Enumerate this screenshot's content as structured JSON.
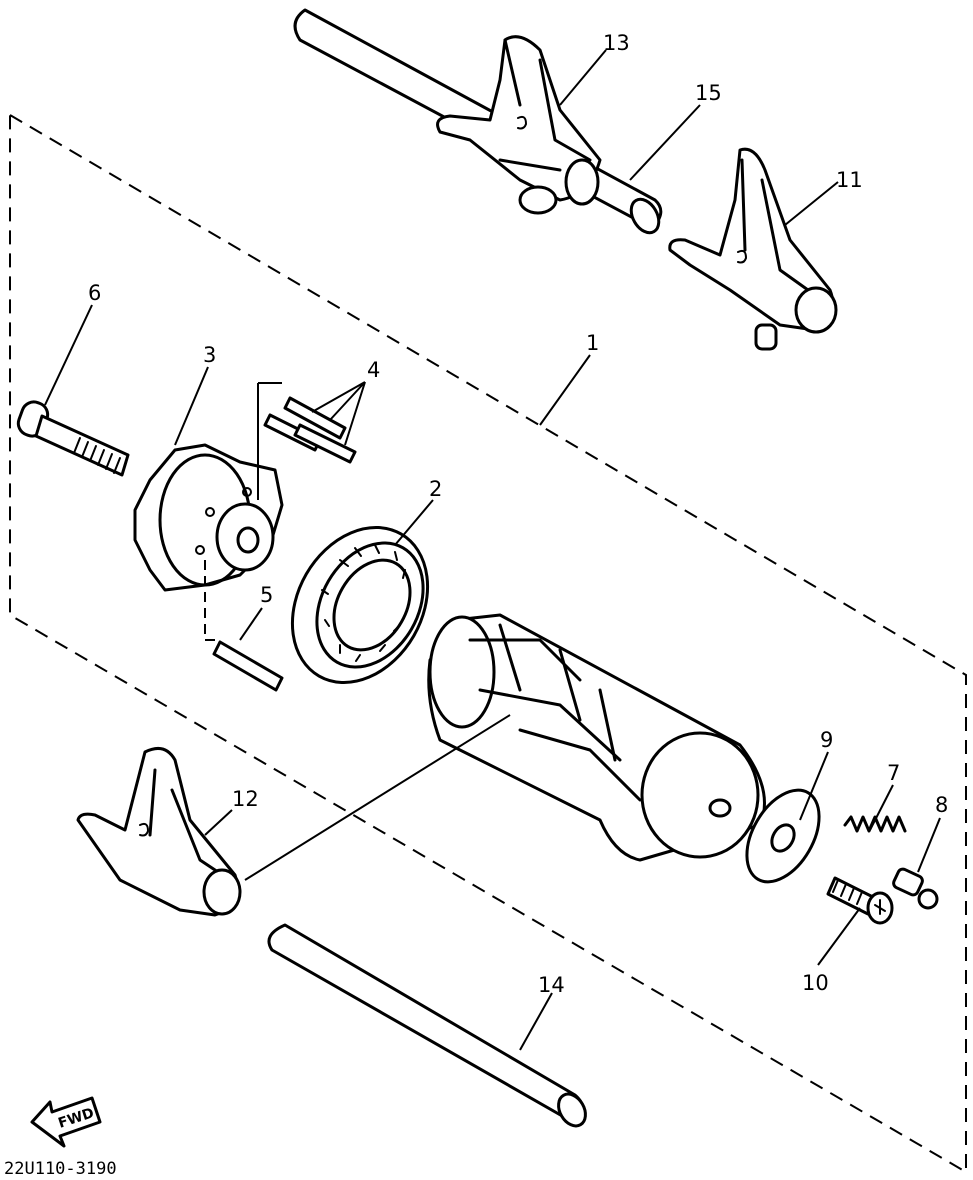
{
  "diagram_code": "22U110-3190",
  "fwd_label": "FWD",
  "callouts": [
    "1",
    "2",
    "3",
    "4",
    "5",
    "6",
    "7",
    "8",
    "9",
    "10",
    "11",
    "12",
    "13",
    "14",
    "15"
  ]
}
